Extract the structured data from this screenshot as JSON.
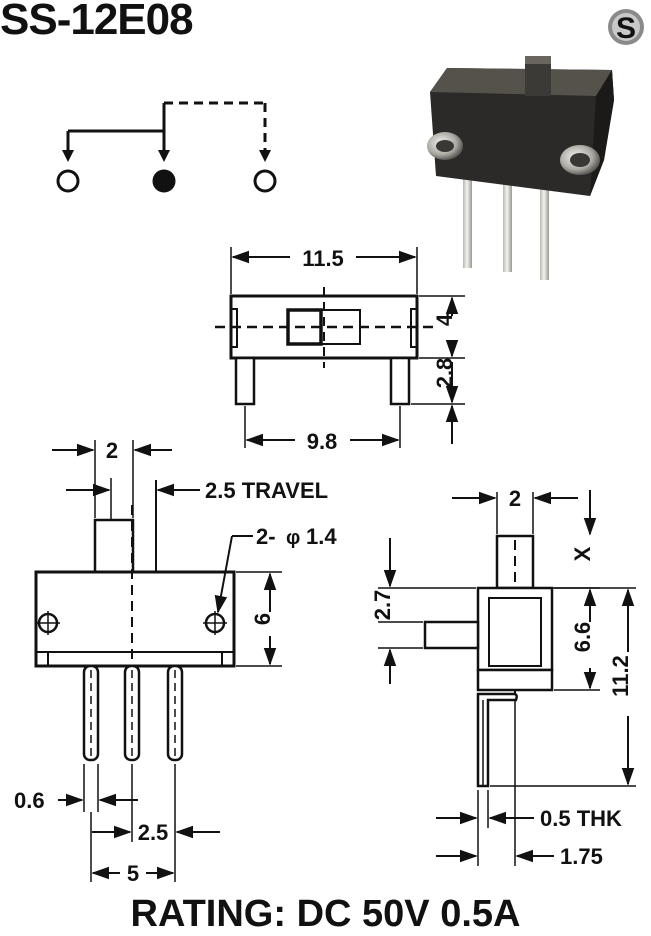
{
  "title": "SS-12E08",
  "logo_letter": "S",
  "rating": "RATING: DC 50V 0.5A",
  "top_view": {
    "width_label": "11.5",
    "height_label": "4",
    "pin_label": "2.8",
    "pitch_label": "9.8"
  },
  "front_view": {
    "actuator_width_label": "2",
    "travel_label": "2.5 TRAVEL",
    "hole_label": "2-",
    "hole_phi": "φ",
    "hole_dia": "1.4",
    "body_height_label": "6",
    "pin_width_label": "0.6",
    "pin_pitch_label": "2.5",
    "pin_span_label": "5"
  },
  "side_view": {
    "actuator_width_label": "2",
    "x_label": "X",
    "boss_label": "2.7",
    "body_label": "6.6",
    "total_label": "11.2",
    "thickness_label": "0.5 THK",
    "offset_label": "1.75"
  }
}
